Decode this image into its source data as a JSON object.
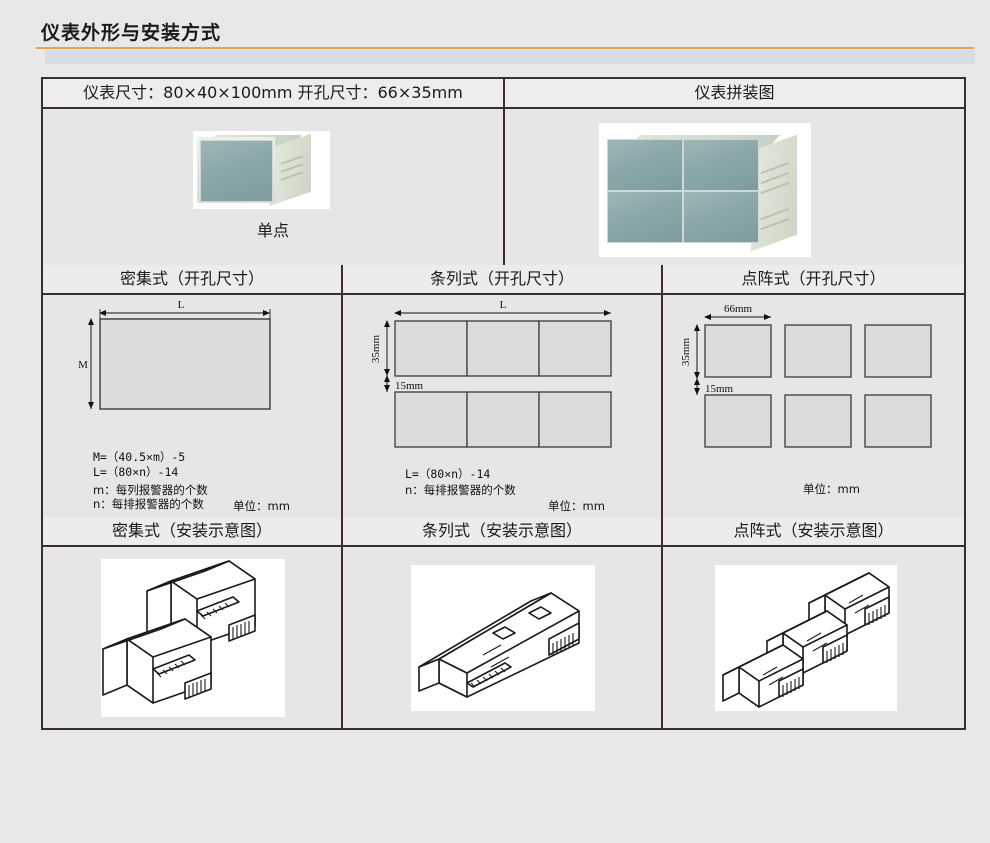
{
  "header": {
    "title": "仪表外形与安装方式",
    "accent_color": "#e8a253",
    "bar_color": "#d9dce3"
  },
  "table": {
    "row1": {
      "left_header": "仪表尺寸：80×40×100mm    开孔尺寸：66×35mm",
      "left_caption": "单点",
      "right_header": "仪表拼装图"
    },
    "row2": {
      "dense": {
        "header": "密集式（开孔尺寸）",
        "dim_width_label": "L",
        "dim_height_label": "M",
        "formula_m": "M=（40.5×m）-5",
        "formula_l": "L=（80×n）-14",
        "note_m": "m：每列报警器的个数",
        "note_n": "n：每排报警器的个数",
        "unit": "单位：mm"
      },
      "strip": {
        "header": "条列式（开孔尺寸）",
        "dim_width_label": "L",
        "dim_height_label": "35mm",
        "dim_gap_label": "15mm",
        "formula_l": "L=（80×n）-14",
        "note_n": "n：每排报警器的个数",
        "unit": "单位：mm"
      },
      "matrix": {
        "header": "点阵式（开孔尺寸）",
        "dim_width_label": "66mm",
        "dim_height_label": "35mm",
        "dim_gap_label": "15mm",
        "unit": "单位：mm"
      }
    },
    "row3": {
      "dense_header": "密集式（安装示意图）",
      "strip_header": "条列式（安装示意图）",
      "matrix_header": "点阵式（安装示意图）"
    }
  },
  "chart_data": {
    "type": "table",
    "title": "仪表外形与安装方式",
    "panel_cutout": {
      "width_mm": 66,
      "height_mm": 35
    },
    "instrument_size": {
      "width_mm": 80,
      "height_mm": 40,
      "depth_mm": 100
    },
    "layouts": [
      {
        "name": "密集式",
        "cutout_width_formula": "L=（80×n）-14",
        "cutout_height_formula": "M=（40.5×m）-5",
        "gap_mm": 0,
        "columns": 1,
        "rows": 1
      },
      {
        "name": "条列式",
        "cutout_width_formula": "L=（80×n）-14",
        "cutout_height_mm": 35,
        "gap_mm": 15,
        "columns": 3,
        "rows": 2
      },
      {
        "name": "点阵式",
        "cutout_width_mm": 66,
        "cutout_height_mm": 35,
        "gap_mm": 15,
        "columns": 3,
        "rows": 2
      }
    ],
    "unit": "mm"
  }
}
